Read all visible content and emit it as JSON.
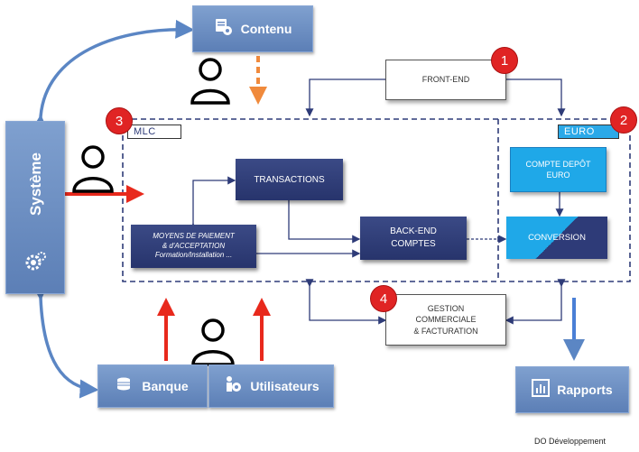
{
  "nodes": {
    "contenu": "Contenu",
    "systeme": "Système",
    "banque": "Banque",
    "utilisateurs": "Utilisateurs",
    "rapports": "Rapports",
    "front_end": "FRONT-END",
    "transactions": "TRANSACTIONS",
    "moyens": [
      "MOYENS DE PAIEMENT",
      "& d'ACCEPTATION",
      "Formation/Installation ..."
    ],
    "back_end": [
      "BACK-END",
      "COMPTES"
    ],
    "compte_depot": [
      "COMPTE DEPÔT",
      "EURO"
    ],
    "conversion": "CONVERSION",
    "gestion": [
      "GESTION",
      "COMMERCIALE",
      "& FACTURATION"
    ]
  },
  "zones": {
    "mlc": "MLC",
    "euro": "EURO"
  },
  "badges": [
    "1",
    "2",
    "3",
    "4"
  ],
  "footer": "DO Développement",
  "icons": [
    "content-gear-icon",
    "user-icon",
    "bank-coins-icon",
    "users-gear-icon",
    "report-chart-icon",
    "gear-icon"
  ],
  "colors": {
    "blue_button": "#6b8cc4",
    "navy_box": "#2e3b78",
    "cyan_box": "#1fa8e8",
    "red_arrow": "#e8291c",
    "orange_arrow": "#f08a3c",
    "badge_red": "#e02424"
  }
}
